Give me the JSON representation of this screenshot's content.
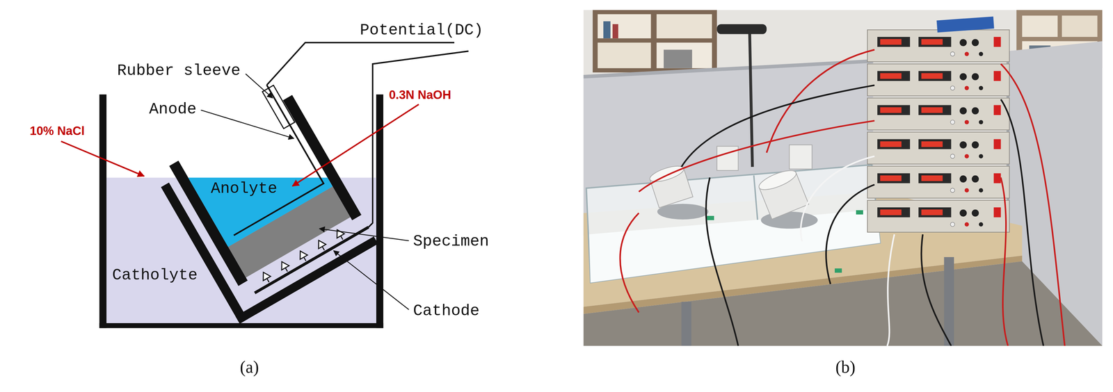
{
  "diagram": {
    "nodes": [
      {
        "text": [
          "Catholyte"
        ]
      },
      {
        "text": [
          "Anolyte"
        ],
        "in": 0
      }
    ],
    "labels": [
      "Potential(DC)",
      "Rubber sleeve",
      "Anode",
      "10% NaCl",
      "0.3N NaOH",
      "Specimen",
      "Cathode",
      "(a)",
      "(b)"
    ]
  }
}
